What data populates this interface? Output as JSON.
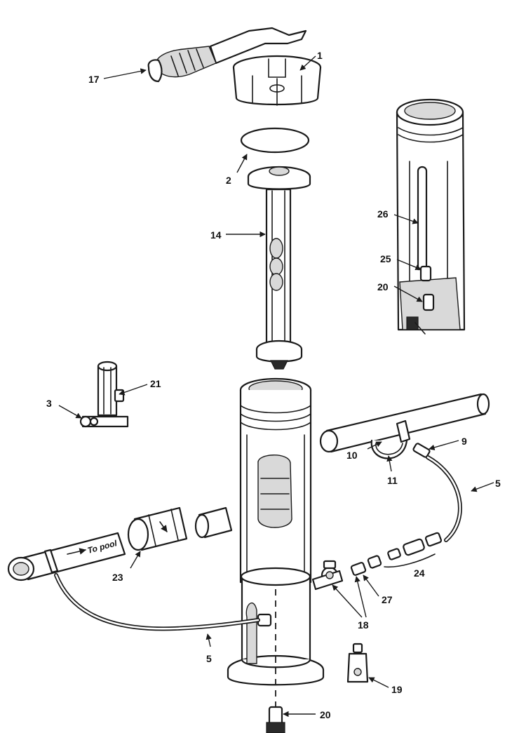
{
  "callouts": {
    "c1": "1",
    "c2": "2",
    "c3": "3",
    "c5a": "5",
    "c5b": "5",
    "c9": "9",
    "c10": "10",
    "c11": "11",
    "c14": "14",
    "c17": "17",
    "c18": "18",
    "c19": "19",
    "c20a": "20",
    "c20b": "20",
    "c21": "21",
    "c23": "23",
    "c24": "24",
    "c25": "25",
    "c26": "26",
    "c27": "27"
  },
  "pipe_label": "To pool"
}
